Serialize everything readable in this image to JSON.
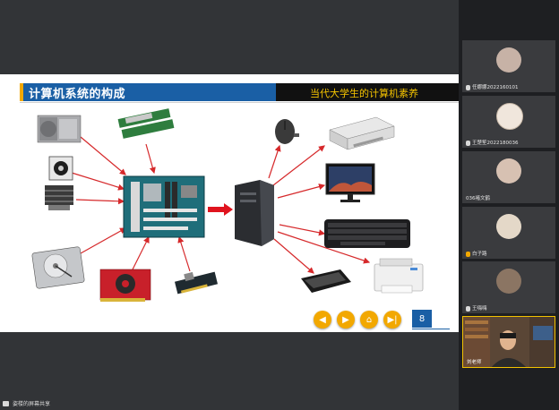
{
  "slide": {
    "title": "计算机系统的构成",
    "subtitle": "当代大学生的计算机素养",
    "page_number": "8"
  },
  "participants": [
    {
      "name": "任娜娜2022160101",
      "avatar_color": "#c7b2a6"
    },
    {
      "name": "王楚笙2022180036",
      "avatar_color": "#f0e6dc"
    },
    {
      "name": "036褚文鹤",
      "avatar_color": "#d7c1b2"
    },
    {
      "name": "白子路",
      "avatar_color": "#e4d8c8"
    },
    {
      "name": "王嗨嗨",
      "avatar_color": "#8b7563"
    }
  ],
  "video_tile": {
    "name": "刘老师"
  },
  "bottom_bar": {
    "label": "姿楼的屏幕共享"
  },
  "colors": {
    "accent": "#f2a800",
    "title_blue": "#1a5fa5",
    "arrow_red": "#d6292b"
  }
}
